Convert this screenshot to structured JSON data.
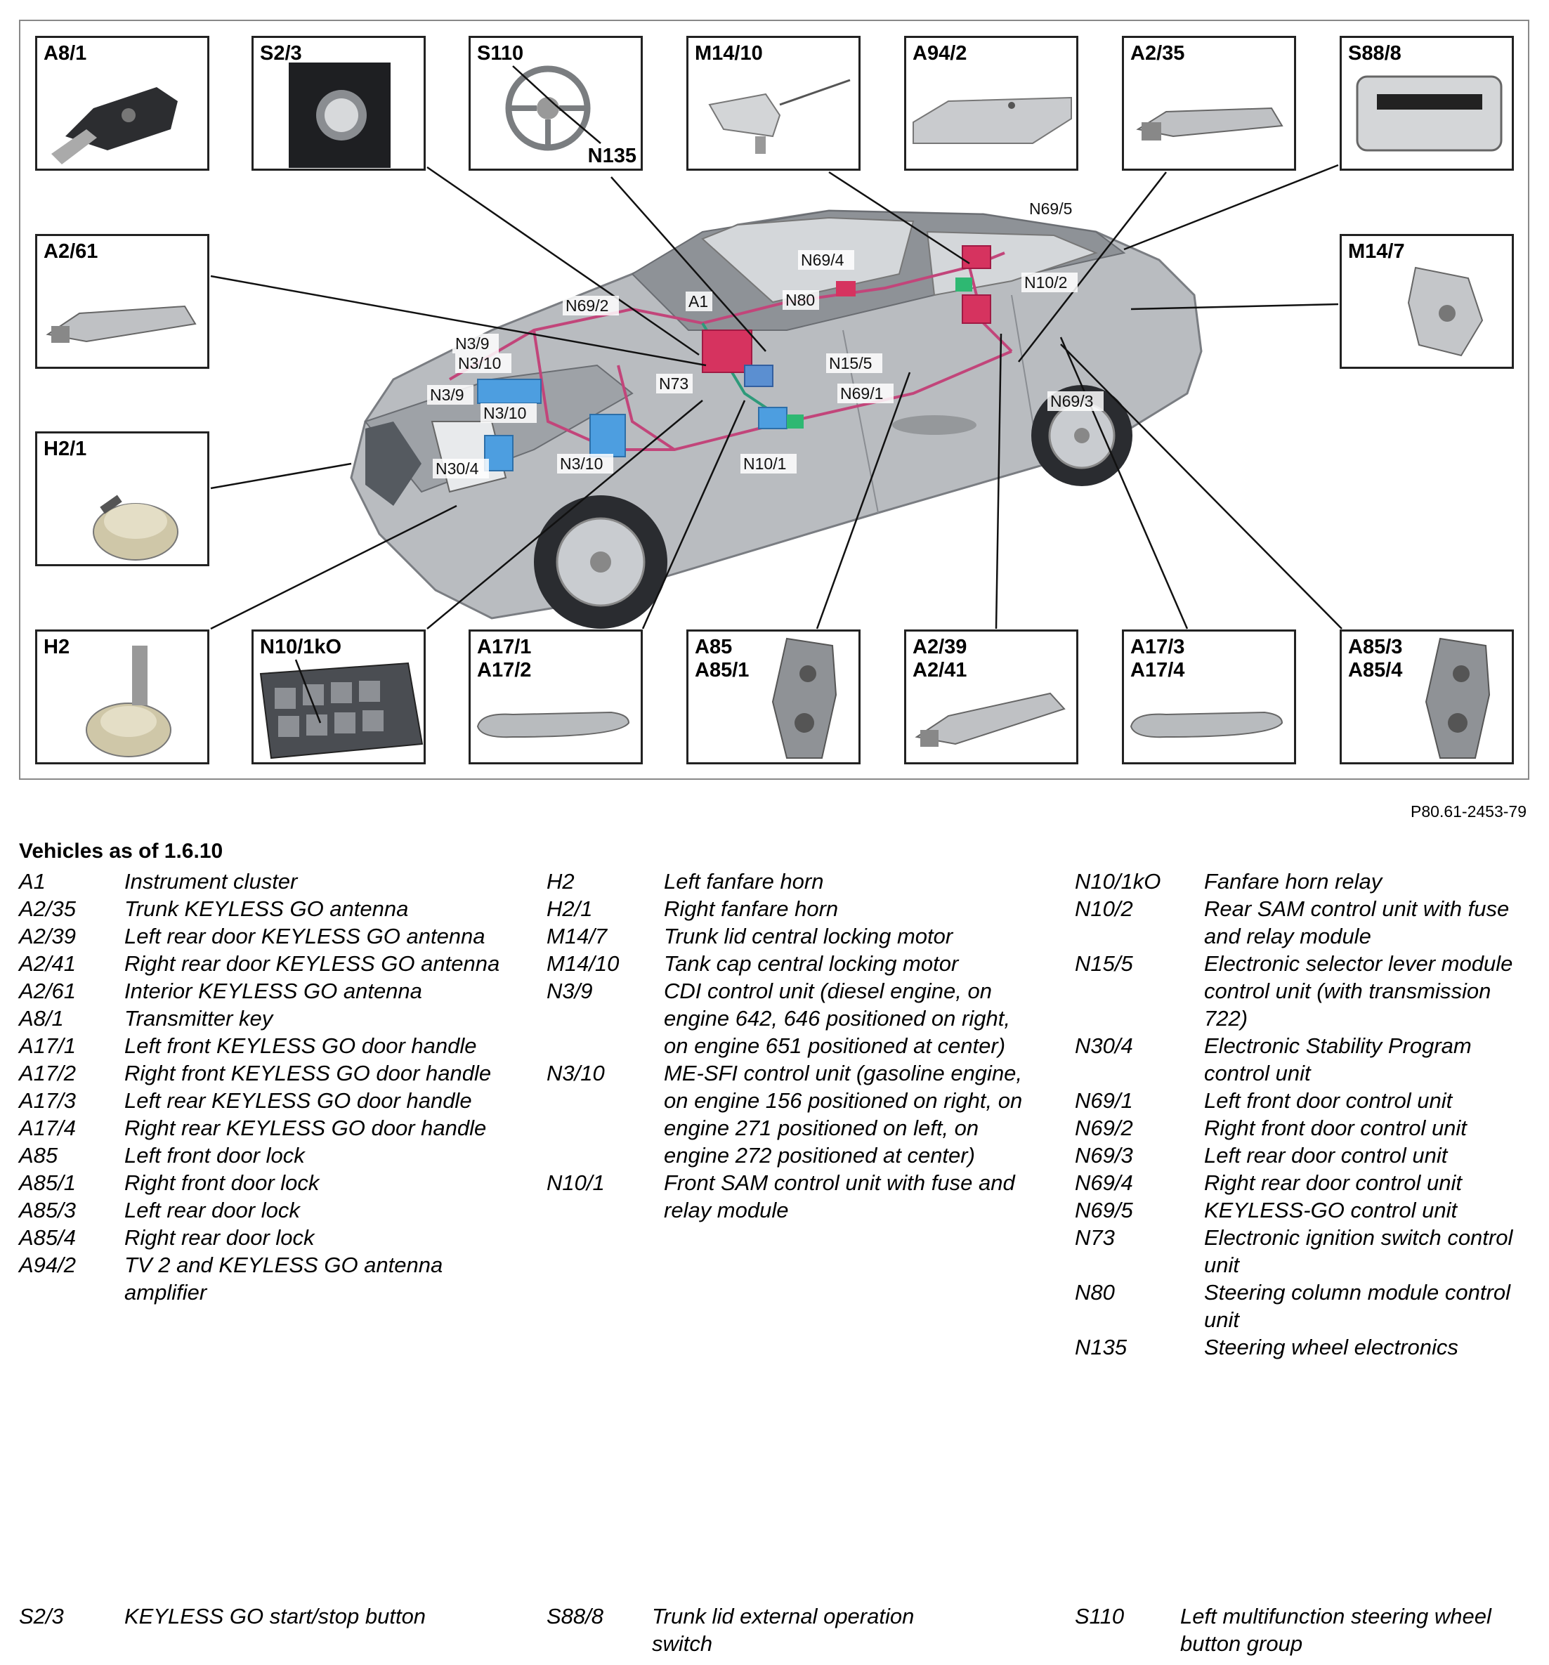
{
  "figure_ref": "P80.61-2453-79",
  "heading": "Vehicles as of 1.6.10",
  "boxes": {
    "a8_1": "A8/1",
    "s2_3": "S2/3",
    "s110": "S110",
    "n135": "N135",
    "m14_10": "M14/10",
    "a94_2": "A94/2",
    "a2_35": "A2/35",
    "s88_8": "S88/8",
    "a2_61": "A2/61",
    "m14_7": "M14/7",
    "h2_1": "H2/1",
    "h2": "H2",
    "n10_1ko": "N10/1kO",
    "a17_1_2": "A17/1\nA17/2",
    "a85_85_1": "A85\nA85/1",
    "a2_39_41": "A2/39\nA2/41",
    "a17_3_4": "A17/3\nA17/4",
    "a85_3_4": "A85/3\nA85/4"
  },
  "car_labels": [
    "N69/5",
    "N69/4",
    "N10/2",
    "N69/2",
    "A1",
    "N80",
    "N3/9",
    "N3/10",
    "N15/5",
    "N3/9",
    "N73",
    "N69/1",
    "N3/10",
    "N69/3",
    "N30/4",
    "N3/10",
    "N10/1"
  ],
  "legend_col1": [
    {
      "code": "A1",
      "desc": "Instrument cluster"
    },
    {
      "code": "A2/35",
      "desc": "Trunk KEYLESS GO antenna"
    },
    {
      "code": "A2/39",
      "desc": "Left rear door KEYLESS GO antenna"
    },
    {
      "code": "A2/41",
      "desc": "Right rear door KEYLESS GO antenna"
    },
    {
      "code": "A2/61",
      "desc": "Interior KEYLESS GO antenna"
    },
    {
      "code": "A8/1",
      "desc": "Transmitter key"
    },
    {
      "code": "A17/1",
      "desc": "Left front KEYLESS GO door handle"
    },
    {
      "code": "A17/2",
      "desc": "Right front KEYLESS GO door handle"
    },
    {
      "code": "A17/3",
      "desc": "Left rear KEYLESS GO door handle"
    },
    {
      "code": "A17/4",
      "desc": "Right rear KEYLESS GO door handle"
    },
    {
      "code": "A85",
      "desc": "Left front door lock"
    },
    {
      "code": "A85/1",
      "desc": "Right front door lock"
    },
    {
      "code": "A85/3",
      "desc": "Left rear door lock"
    },
    {
      "code": "A85/4",
      "desc": "Right rear door lock"
    },
    {
      "code": "A94/2",
      "desc": "TV 2 and KEYLESS GO antenna amplifier"
    }
  ],
  "legend_col2": [
    {
      "code": "H2",
      "desc": "Left fanfare horn"
    },
    {
      "code": "H2/1",
      "desc": "Right fanfare horn"
    },
    {
      "code": "M14/7",
      "desc": "Trunk lid central locking motor"
    },
    {
      "code": "M14/10",
      "desc": "Tank cap central locking motor"
    },
    {
      "code": "N3/9",
      "desc": "CDI control unit (diesel engine, on engine 642, 646 positioned on right, on engine 651 positioned at center)"
    },
    {
      "code": "N3/10",
      "desc": "ME-SFI control unit (gasoline engine, on engine 156 positioned on right, on engine 271 positioned on left, on engine 272 positioned at center)"
    },
    {
      "code": "N10/1",
      "desc": "Front SAM control unit with fuse and relay module"
    }
  ],
  "legend_col3": [
    {
      "code": "N10/1kO",
      "desc": "Fanfare horn relay"
    },
    {
      "code": "N10/2",
      "desc": "Rear SAM control unit with fuse and relay module"
    },
    {
      "code": "N15/5",
      "desc": "Electronic selector lever module control unit (with transmission 722)"
    },
    {
      "code": "N30/4",
      "desc": "Electronic Stability Program control unit"
    },
    {
      "code": "N69/1",
      "desc": "Left front door control unit"
    },
    {
      "code": "N69/2",
      "desc": "Right front door control unit"
    },
    {
      "code": "N69/3",
      "desc": "Left rear door control unit"
    },
    {
      "code": "N69/4",
      "desc": "Right rear door control unit"
    },
    {
      "code": "N69/5",
      "desc": "KEYLESS-GO control unit"
    },
    {
      "code": "N73",
      "desc": "Electronic ignition switch control unit"
    },
    {
      "code": "N80",
      "desc": "Steering column module control unit"
    },
    {
      "code": "N135",
      "desc": "Steering wheel electronics"
    }
  ],
  "legend_bottom": [
    {
      "code": "S2/3",
      "desc": "KEYLESS GO start/stop button"
    },
    {
      "code": "S88/8",
      "desc": "Trunk lid external operation switch"
    },
    {
      "code": "S110",
      "desc": "Left multifunction steering wheel button group"
    }
  ]
}
